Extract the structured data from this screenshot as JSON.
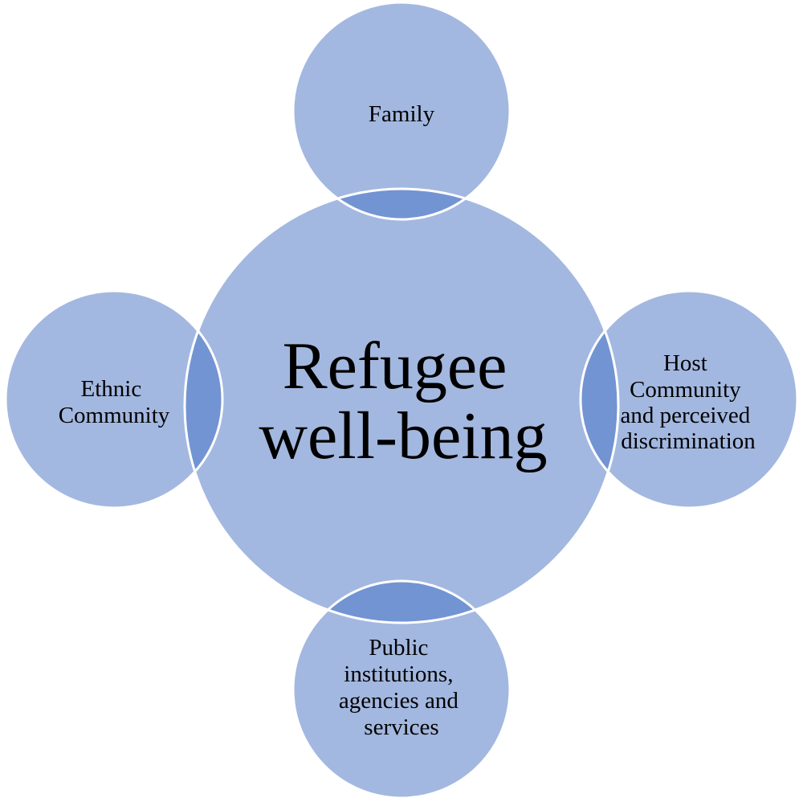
{
  "diagram": {
    "center": {
      "lines": [
        "Refugee",
        "well-being"
      ]
    },
    "nodes": {
      "top": {
        "lines": [
          "Family"
        ]
      },
      "left": {
        "lines": [
          "Ethnic",
          "Community"
        ]
      },
      "right": {
        "lines": [
          "Host",
          "Community",
          "and perceived",
          "discrimination"
        ]
      },
      "bottom": {
        "lines": [
          "Public",
          "institutions,",
          "agencies and",
          "services"
        ]
      }
    },
    "colors": {
      "fill": "#a3b8e0",
      "overlap": "#7394d2",
      "stroke": "#ffffff"
    }
  }
}
